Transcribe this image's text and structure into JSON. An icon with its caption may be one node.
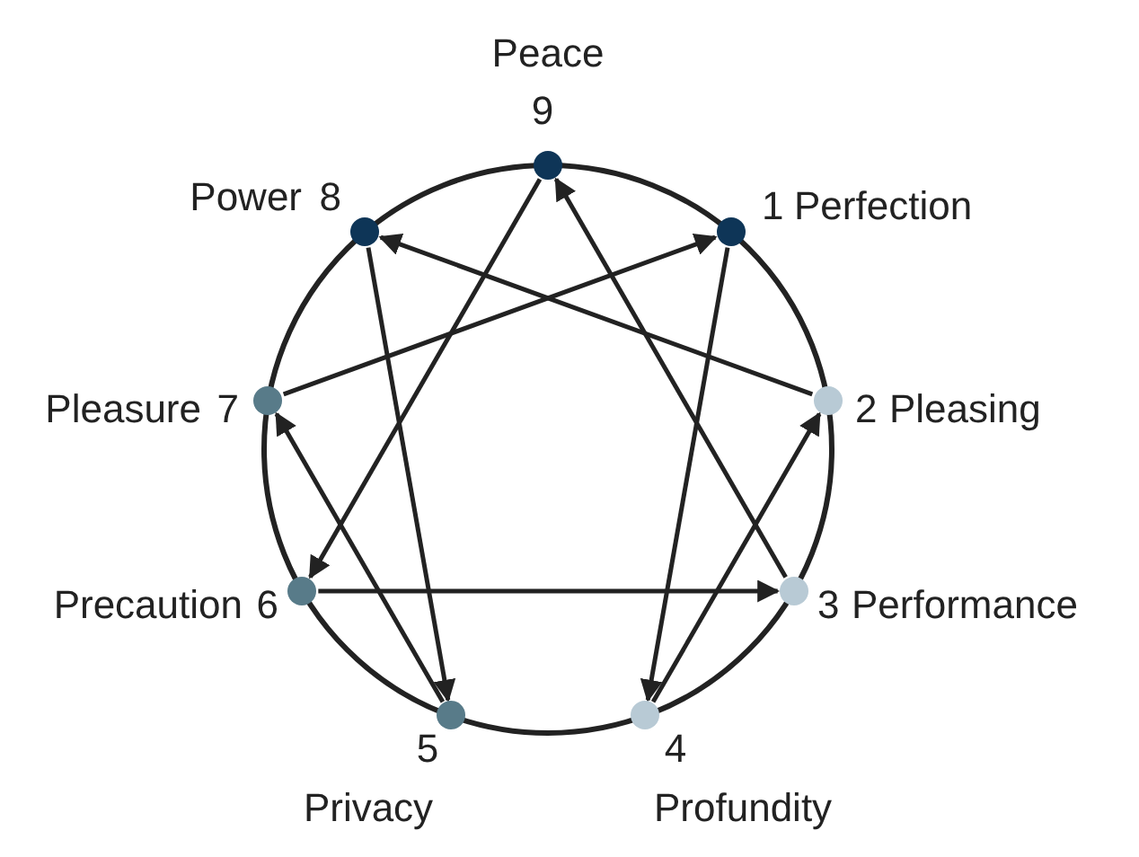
{
  "diagram": {
    "nodes": [
      {
        "text": [],
        "shape": "circle",
        "beside": [
          "Peace",
          "9"
        ]
      },
      {
        "text": [],
        "shape": "circle",
        "beside": [
          "1",
          "Perfection"
        ]
      },
      {
        "text": [],
        "shape": "circle",
        "beside": [
          "2",
          "Pleasing"
        ]
      },
      {
        "text": [],
        "shape": "circle",
        "beside": [
          "3",
          "Performance"
        ]
      },
      {
        "text": [],
        "shape": "circle",
        "beside": [
          "4",
          "Profundity"
        ]
      },
      {
        "text": [],
        "shape": "circle",
        "beside": [
          "5",
          "Privacy"
        ]
      },
      {
        "text": [],
        "shape": "circle",
        "beside": [
          "Precaution",
          "6"
        ]
      },
      {
        "text": [],
        "shape": "circle",
        "beside": [
          "Pleasure",
          "7"
        ]
      },
      {
        "text": [],
        "shape": "circle",
        "beside": [
          "Power",
          "8"
        ]
      }
    ],
    "edges": [
      {
        "from": 1,
        "to": 4,
        "arrow": "to"
      },
      {
        "from": 4,
        "to": 2,
        "arrow": "to"
      },
      {
        "from": 2,
        "to": 8,
        "arrow": "to"
      },
      {
        "from": 8,
        "to": 5,
        "arrow": "to"
      },
      {
        "from": 5,
        "to": 7,
        "arrow": "to"
      },
      {
        "from": 7,
        "to": 1,
        "arrow": "to"
      },
      {
        "from": 3,
        "to": 0,
        "arrow": "to"
      },
      {
        "from": 0,
        "to": 6,
        "arrow": "to"
      },
      {
        "from": 6,
        "to": 3,
        "arrow": "to"
      }
    ]
  }
}
